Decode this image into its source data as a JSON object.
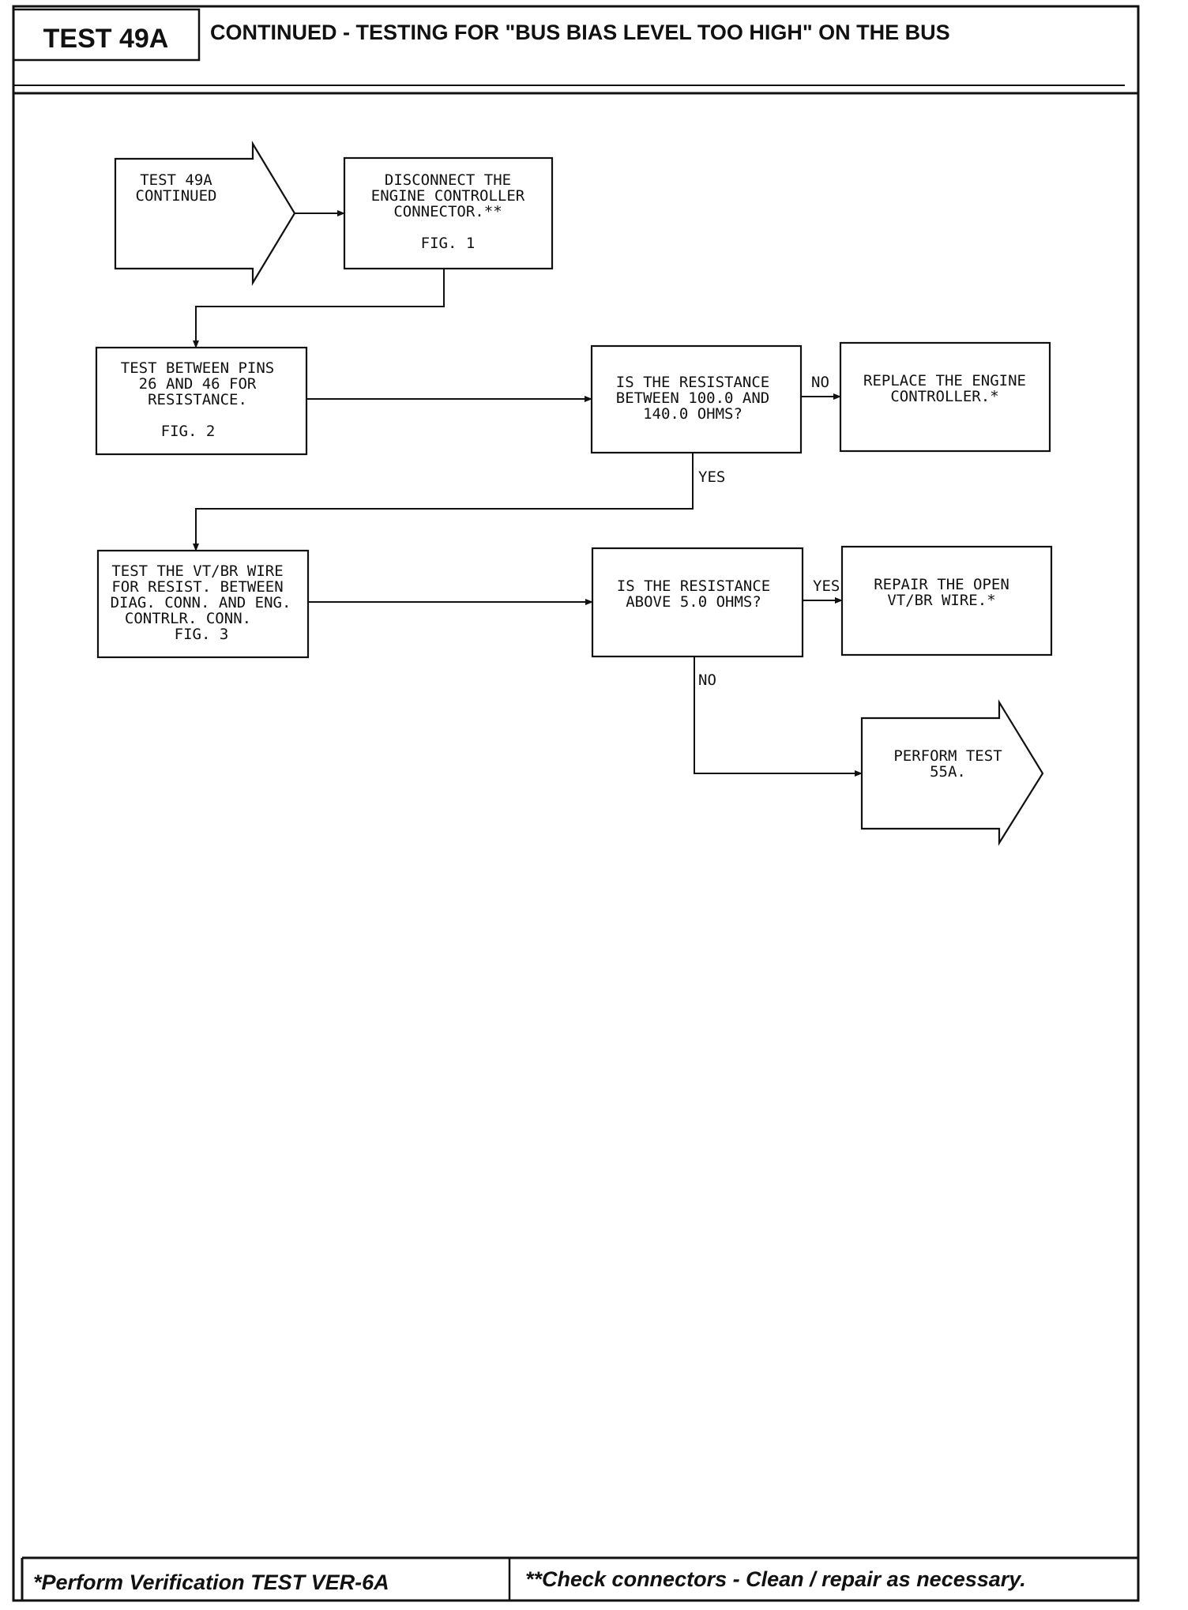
{
  "header": {
    "test_id": "TEST 49A",
    "title": "CONTINUED - TESTING FOR \"BUS BIAS LEVEL TOO HIGH\" ON THE BUS"
  },
  "flow": {
    "start": {
      "lines": [
        "TEST 49A",
        "CONTINUED"
      ]
    },
    "step_disconnect": {
      "lines": [
        "DISCONNECT THE",
        "ENGINE CONTROLLER",
        "CONNECTOR.**",
        "",
        "FIG. 1"
      ]
    },
    "step_test_pins": {
      "lines": [
        "TEST BETWEEN PINS",
        "26 AND 46 FOR",
        "RESISTANCE.",
        "",
        "FIG. 2"
      ]
    },
    "decision_resistance_range": {
      "lines": [
        "IS THE RESISTANCE",
        "BETWEEN 100.0 AND",
        "140.0 OHMS?"
      ]
    },
    "action_replace_controller": {
      "lines": [
        "REPLACE THE ENGINE",
        "CONTROLLER.*"
      ]
    },
    "step_test_wire": {
      "lines": [
        "TEST THE VT/BR WIRE",
        "FOR RESIST. BETWEEN",
        "DIAG. CONN. AND ENG.",
        "CONTRLR. CONN.",
        "FIG. 3"
      ]
    },
    "decision_resistance_above": {
      "lines": [
        "IS THE RESISTANCE",
        "ABOVE 5.0 OHMS?"
      ]
    },
    "action_repair_wire": {
      "lines": [
        "REPAIR THE OPEN",
        "VT/BR WIRE.*"
      ]
    },
    "end": {
      "lines": [
        "PERFORM TEST",
        "55A."
      ]
    },
    "labels": {
      "no_1": "NO",
      "yes_1": "YES",
      "yes_2": "YES",
      "no_2": "NO"
    }
  },
  "footer": {
    "left_note": "*Perform Verification TEST VER-6A",
    "right_note": "**Check connectors - Clean / repair as necessary."
  }
}
